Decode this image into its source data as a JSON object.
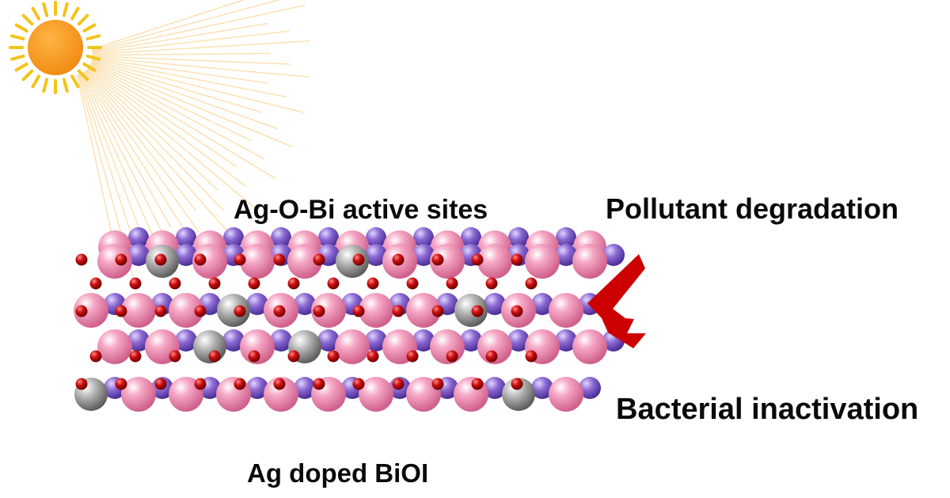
{
  "labels": {
    "active_sites": "Ag-O-Bi active sites",
    "pollutant": "Pollutant degradation",
    "bacterial": "Bacterial inactivation",
    "material": "Ag doped BiOI"
  },
  "legend_atoms": {
    "Bi": "#ee7ea8",
    "I": "#7e5cc8",
    "O": "#c20a0a",
    "Ag": "#a8a8a8"
  },
  "colors": {
    "sun": "#f7931e",
    "sun_rays": "#f2c418",
    "light_beams": "#f8b94a",
    "arrow": "#cc0000",
    "text": "#0a0a0a"
  },
  "icons": [
    "sun-icon",
    "double-arrow-icon"
  ]
}
